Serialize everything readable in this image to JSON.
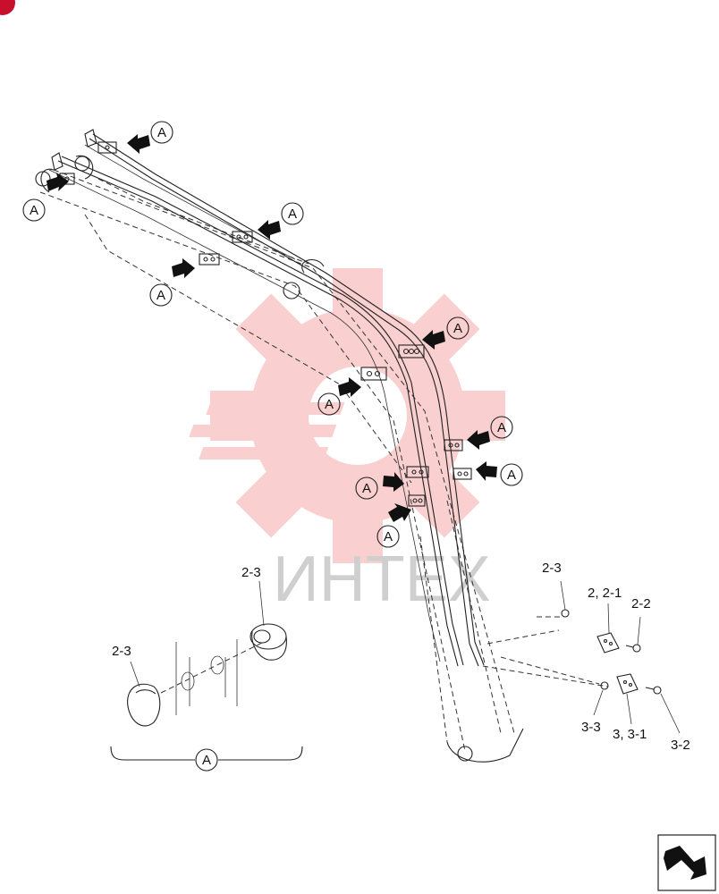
{
  "diagram": {
    "callout_letter": "A",
    "part_labels": {
      "top_right_2_3": "2-3",
      "label_2_2_1": "2, 2-1",
      "label_2_2": "2-2",
      "label_3_3": "3-3",
      "label_3_3_1": "3, 3-1",
      "label_3_2": "3-2",
      "detail_upper_2_3": "2-3",
      "detail_lower_2_3": "2-3"
    },
    "detail_view_label": "A",
    "watermark": "ИНТЕХ",
    "colors": {
      "line": "#222222",
      "watermark_gear": "#f2b5b5",
      "corner_badge": "#c8102e",
      "arrow": "#111111"
    },
    "icons": [
      "corner-badge-icon",
      "callout-arrow-icon",
      "next-page-arrow-icon",
      "watermark-gear-icon"
    ]
  }
}
